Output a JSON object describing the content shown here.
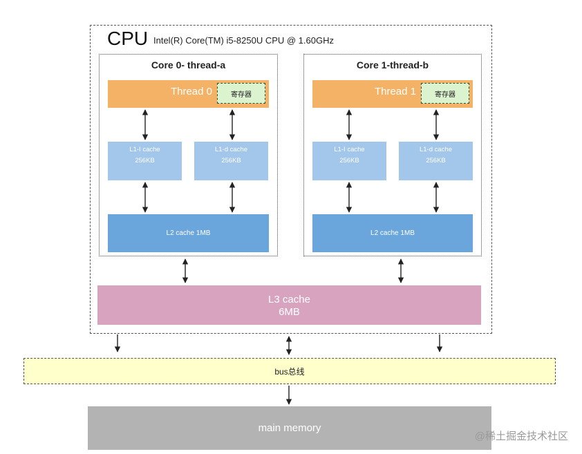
{
  "cpu": {
    "label": "CPU",
    "model": "Intel(R) Core(TM) i5-8250U CPU @ 1.60GHz"
  },
  "cores": [
    {
      "title": "Core 0- thread-a",
      "thread_label": "Thread 0",
      "register_label": "寄存器",
      "l1i": {
        "name": "L1-I cache",
        "size": "256KB"
      },
      "l1d": {
        "name": "L1-d cache",
        "size": "256KB"
      },
      "l2": "L2 cache 1MB"
    },
    {
      "title": "Core 1-thread-b",
      "thread_label": "Thread 1",
      "register_label": "寄存器",
      "l1i": {
        "name": "L1-I cache",
        "size": "256KB"
      },
      "l1d": {
        "name": "L1-d cache",
        "size": "256KB"
      },
      "l2": "L2 cache 1MB"
    }
  ],
  "l3": {
    "name": "L3 cache",
    "size": "6MB"
  },
  "bus": "bus总线",
  "memory": "main memory",
  "watermark": "@稀土掘金技术社区",
  "colors": {
    "thread": "#f4b266",
    "register": "#dcf3cf",
    "l1": "#a3c6eb",
    "l2": "#6aa5dc",
    "l3": "#d7a3bf",
    "bus": "#ffffcc",
    "memory": "#b3b3b3"
  }
}
